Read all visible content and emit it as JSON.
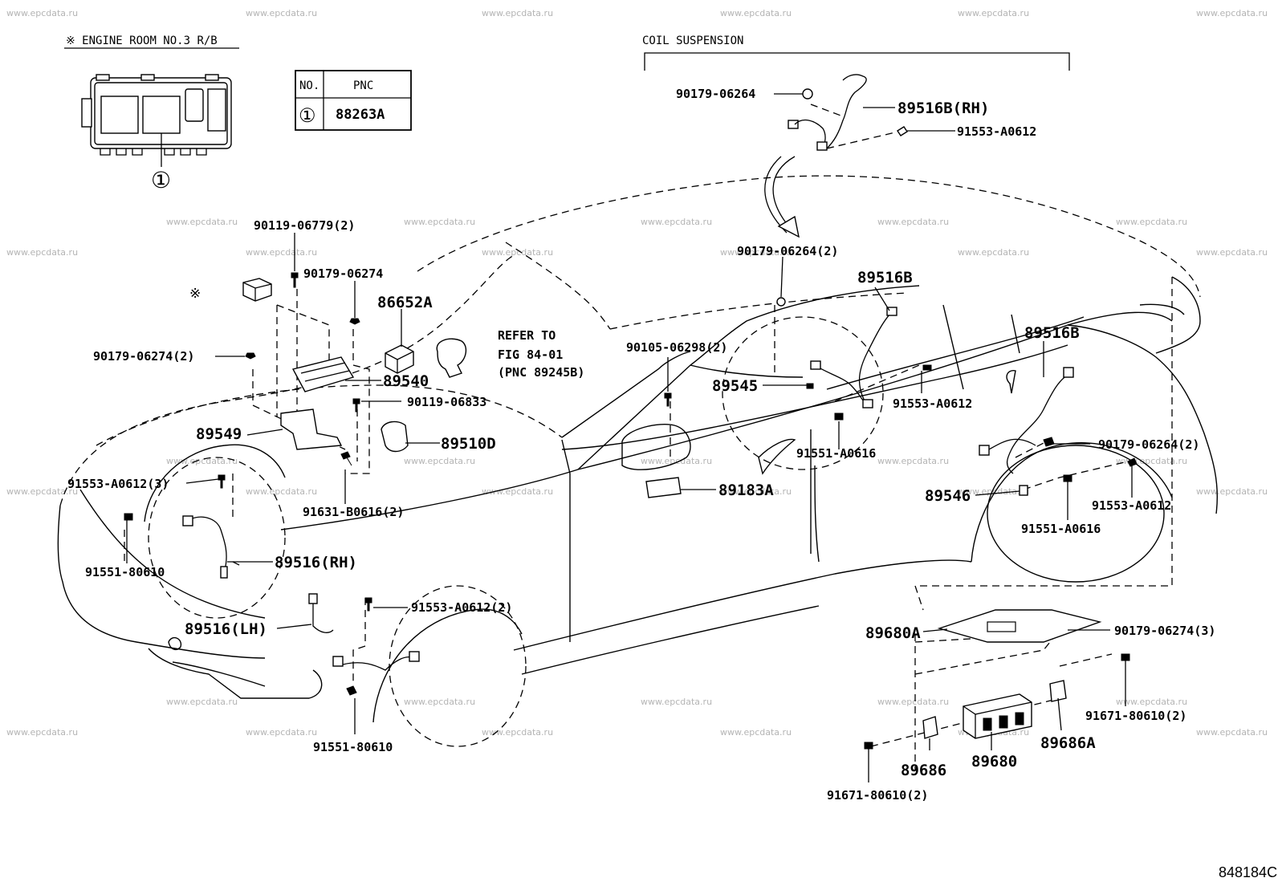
{
  "watermark": "www.epcdata.ru",
  "figure_id": "848184C",
  "engine_room": {
    "heading": "※ ENGINE ROOM NO.3 R/B",
    "marker": "①",
    "table": {
      "headers": [
        "NO.",
        "PNC"
      ],
      "rows": [
        {
          "no": "①",
          "pnc": "88263A"
        }
      ]
    }
  },
  "coil_suspension": {
    "heading": "COIL SUSPENSION"
  },
  "asterisk_marker": "※",
  "refer_note": [
    "REFER TO",
    "FIG 84-01",
    "(PNC 89245B)"
  ],
  "labels": {
    "l_90179_06264_top": "90179-06264",
    "l_89516b_rh": "89516B(RH)",
    "l_91553_a0612_top": "91553-A0612",
    "l_90119_06779": "90119-06779(2)",
    "l_90179_06274": "90179-06274",
    "l_86652a": "86652A",
    "l_90179_06274_2": "90179-06274(2)",
    "l_89540": "89540",
    "l_90119_06833": "90119-06833",
    "l_89549": "89549",
    "l_89510d": "89510D",
    "l_91553_a0612_3": "91553-A0612(3)",
    "l_91631_b0616": "91631-B0616(2)",
    "l_91551_80610_a": "91551-80610",
    "l_89516_rh": "89516(RH)",
    "l_91553_a0612_2": "91553-A0612(2)",
    "l_89516_lh": "89516(LH)",
    "l_91551_80610_b": "91551-80610",
    "l_90179_06264_2": "90179-06264(2)",
    "l_89516b_mid": "89516B",
    "l_90105_06298": "90105-06298(2)",
    "l_89545": "89545",
    "l_91553_a0612_mid": "91553-A0612",
    "l_91551_a0616_mid": "91551-A0616",
    "l_89183a": "89183A",
    "l_89516b_rear": "89516B",
    "l_90179_06264_2b": "90179-06264(2)",
    "l_89546": "89546",
    "l_91553_a0612_rear": "91553-A0612",
    "l_91551_a0616_rear": "91551-A0616",
    "l_89680a": "89680A",
    "l_90179_06274_3": "90179-06274(3)",
    "l_91671_80610_r": "91671-80610(2)",
    "l_89686a": "89686A",
    "l_89686": "89686",
    "l_89680": "89680",
    "l_91671_80610_l": "91671-80610(2)"
  }
}
